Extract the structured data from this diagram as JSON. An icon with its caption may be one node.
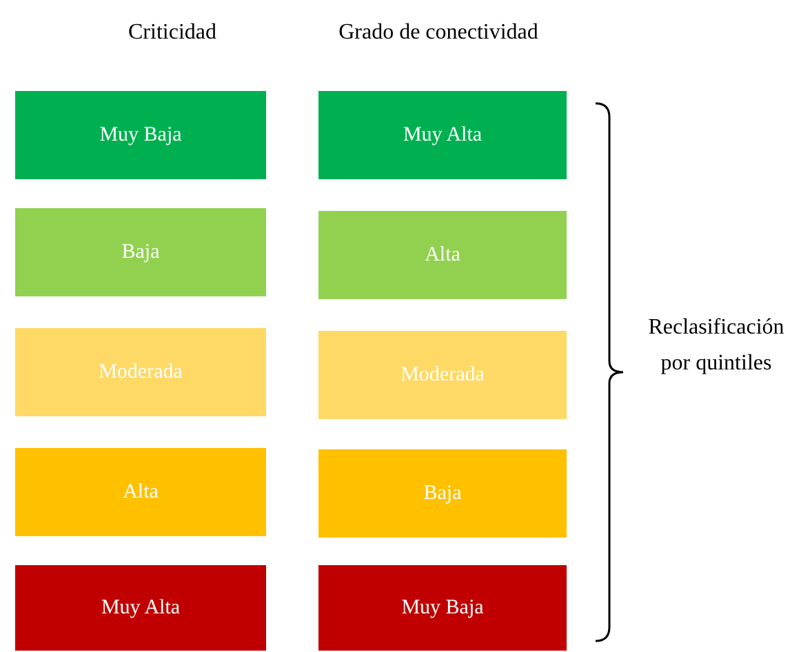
{
  "diagram": {
    "nodes": [
      {
        "text": [
          "Muy Baja"
        ]
      },
      {
        "text": [
          "Muy Alta"
        ]
      },
      {
        "text": [
          "Baja"
        ]
      },
      {
        "text": [
          "Alta"
        ]
      },
      {
        "text": [
          "Moderada"
        ]
      },
      {
        "text": [
          "Moderada"
        ]
      },
      {
        "text": [
          "Alta"
        ]
      },
      {
        "text": [
          "Baja"
        ]
      },
      {
        "text": [
          "Muy Alta"
        ]
      },
      {
        "text": [
          "Muy Baja"
        ]
      }
    ],
    "labels": [
      "Criticidad",
      "Grado de conectividad",
      "Reclasificación por quintiles"
    ]
  }
}
